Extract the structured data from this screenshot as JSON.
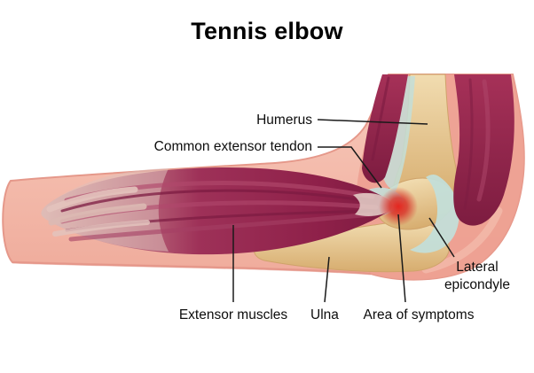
{
  "title": "Tennis elbow",
  "labels": {
    "humerus": "Humerus",
    "common_extensor_tendon": "Common extensor tendon",
    "lateral_epicondyle": "Lateral epicondyle",
    "extensor_muscles": "Extensor muscles",
    "ulna": "Ulna",
    "area_of_symptoms": "Area of symptoms"
  },
  "colors": {
    "skin": "#f4bcae",
    "skin_dark": "#eda394",
    "muscle": "#97264f",
    "bone": "#e7cb9c",
    "tendon": "#c3ded8",
    "symptom_red": "#e03a2a",
    "leader_line": "#1a1a1a"
  }
}
